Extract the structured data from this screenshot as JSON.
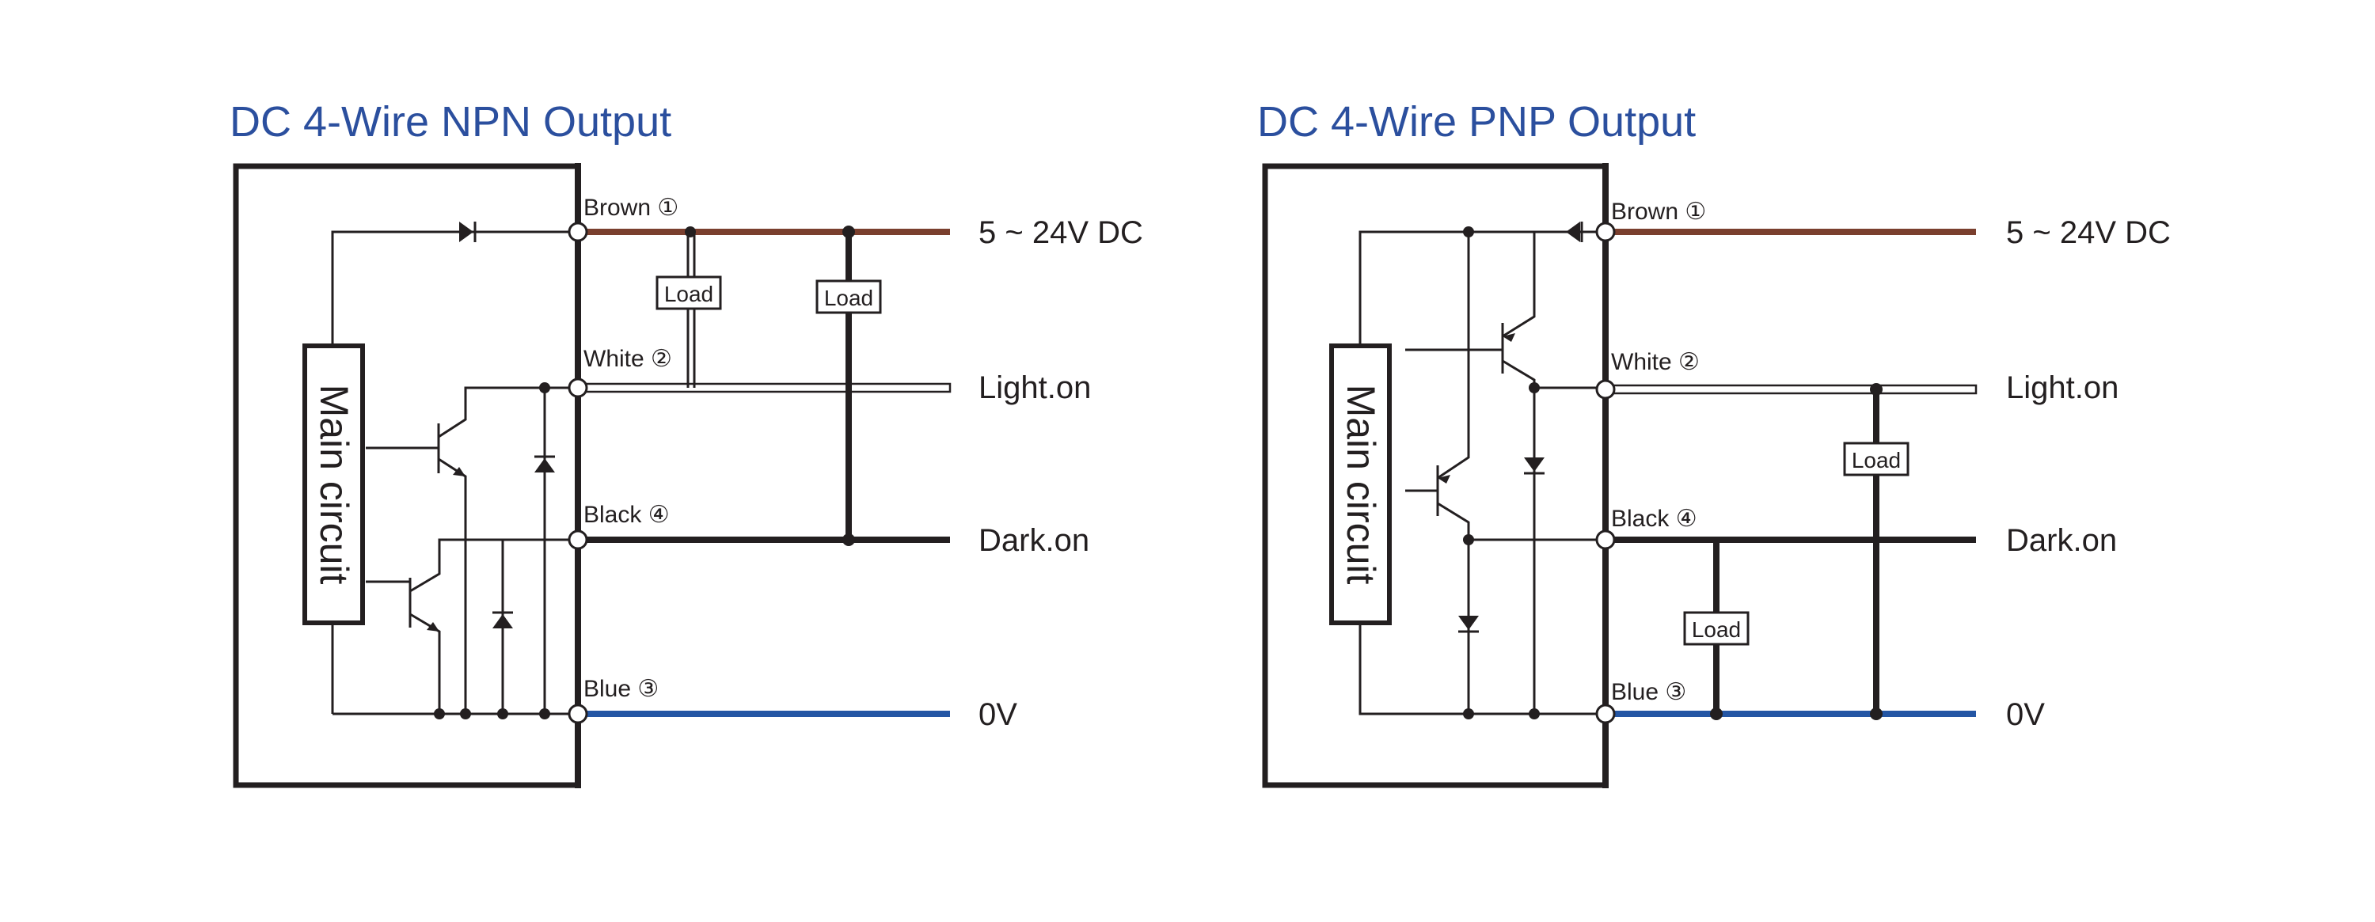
{
  "colors": {
    "title": "#2b4f9e",
    "brown_wire": "#7a3f2e",
    "blue_wire": "#2456a4",
    "black_wire": "#231f20",
    "white_wire_outline": "#231f20"
  },
  "npn": {
    "title": "DC 4-Wire NPN Output",
    "main_circuit": "Main circuit",
    "wires": {
      "brown": "Brown ①",
      "white": "White ②",
      "black": "Black ④",
      "blue": "Blue ③"
    },
    "signals": {
      "supply": "5 ~ 24V DC",
      "light_on": "Light.on",
      "dark_on": "Dark.on",
      "zero_v": "0V"
    },
    "load1": "Load",
    "load2": "Load"
  },
  "pnp": {
    "title": "DC 4-Wire PNP Output",
    "main_circuit": "Main circuit",
    "wires": {
      "brown": "Brown ①",
      "white": "White ②",
      "black": "Black ④",
      "blue": "Blue ③"
    },
    "signals": {
      "supply": "5 ~ 24V DC",
      "light_on": "Light.on",
      "dark_on": "Dark.on",
      "zero_v": "0V"
    },
    "load1": "Load",
    "load2": "Load"
  }
}
